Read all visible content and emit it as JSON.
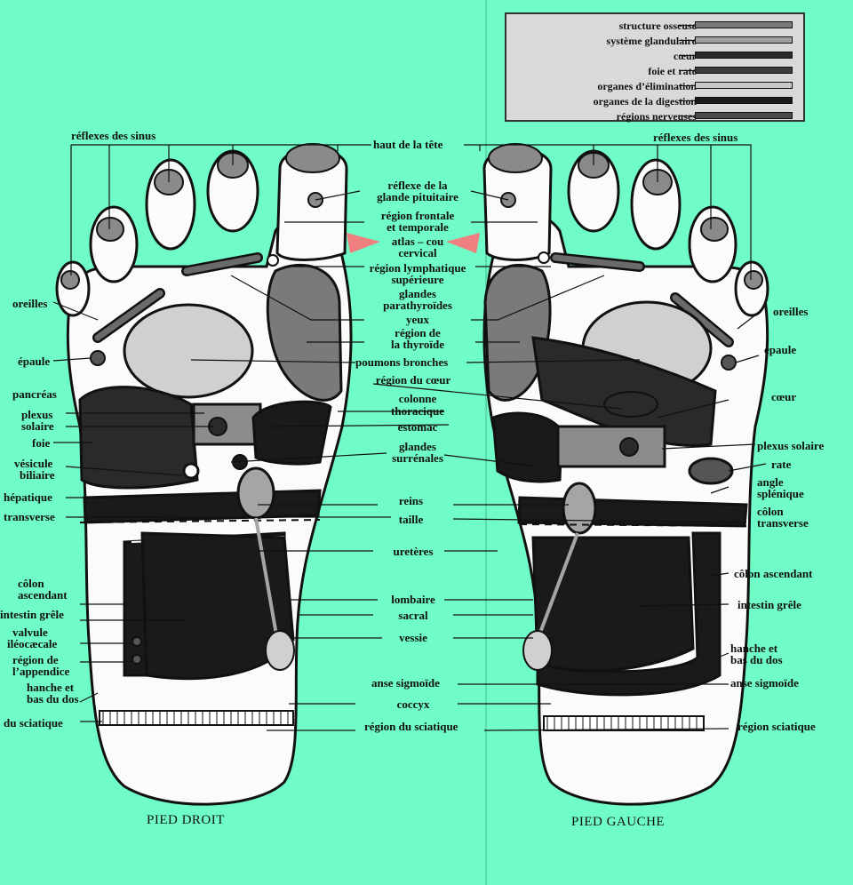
{
  "legend": {
    "items": [
      {
        "label": "structure osseuse",
        "color": "#7a7a7a"
      },
      {
        "label": "système glandulaire",
        "color": "#a0a0a0"
      },
      {
        "label": "cœur",
        "color": "#2a2a2a"
      },
      {
        "label": "foie et rate",
        "color": "#3c3c3c"
      },
      {
        "label": "organes d’élimination",
        "color": "#c9c9c9"
      },
      {
        "label": "organes de la digestion",
        "color": "#1a1a1a"
      },
      {
        "label": "régions nerveuses",
        "color": "#4a4a4a"
      }
    ]
  },
  "feet": {
    "right_title": "PIED DROIT",
    "left_title": "PIED GAUCHE"
  },
  "labels": {
    "center": {
      "haut_tete": "haut de la tête",
      "pituitaire_1": "réflexe de la",
      "pituitaire_2": "glande pituitaire",
      "frontale_1": "région frontale",
      "frontale_2": "et temporale",
      "atlas_1": "atlas – cou",
      "atlas_2": "cervical",
      "lymph_1": "région lymphatique",
      "lymph_2": "supérieure",
      "glandes_para_1": "glandes",
      "glandes_para_2": "parathyroïdes",
      "yeux": "yeux",
      "thyro_1": "région de",
      "thyro_2": "la thyroïde",
      "poumons": "poumons bronches",
      "coeur_region": "région du cœur",
      "colonne_1": "colonne",
      "colonne_2": "thoracique",
      "estomac": "estomac",
      "surrenales_1": "glandes",
      "surrenales_2": "surrénales",
      "reins": "reins",
      "taille": "taille",
      "ureteres": "uretères",
      "lombaire": "lombaire",
      "sacral": "sacral",
      "vessie": "vessie",
      "anse": "anse sigmoïde",
      "coccyx": "coccyx",
      "sciatique": "région du sciatique"
    },
    "right_foot": {
      "sinus": "réflexes des sinus",
      "oreilles": "oreilles",
      "epaule": "épaule",
      "pancreas": "pancréas",
      "plexus_1": "plexus",
      "plexus_2": "solaire",
      "foie": "foie",
      "vesicule_1": "vésicule",
      "vesicule_2": "biliaire",
      "hepatique": "hépatique",
      "transverse": "transverse",
      "colon_1": "côlon",
      "colon_2": "ascendant",
      "intestin": "intestin grêle",
      "valvule_1": "valvule",
      "valvule_2": "iléocæcale",
      "appendice_1": "région de",
      "appendice_2": "l’appendice",
      "hanche_1": "hanche et",
      "hanche_2": "bas du dos",
      "sciatique": "du sciatique"
    },
    "left_foot": {
      "sinus": "réflexes des sinus",
      "oreilles": "oreilles",
      "epaule": "épaule",
      "coeur": "cœur",
      "plexus": "plexus solaire",
      "rate": "rate",
      "angle_1": "angle",
      "angle_2": "splénique",
      "colon_t_1": "côlon",
      "colon_t_2": "transverse",
      "colon_a": "côlon ascendant",
      "intestin": "intestin grêle",
      "hanche_1": "hanche et",
      "hanche_2": "bas du dos",
      "anse": "anse sigmoïde",
      "sciatique": "région sciatique"
    }
  }
}
